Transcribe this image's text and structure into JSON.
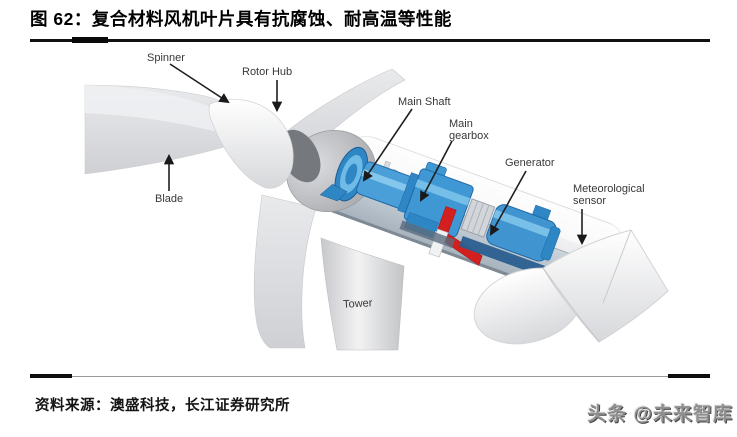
{
  "header": {
    "title": "图 62：复合材料风机叶片具有抗腐蚀、耐高温等性能"
  },
  "figure": {
    "type": "diagram",
    "subject": "wind-turbine-nacelle-cutaway",
    "labels": {
      "spinner": "Spinner",
      "rotor_hub": "Rotor Hub",
      "main_shaft": "Main Shaft",
      "main_gearbox": [
        "Main",
        "gearbox"
      ],
      "generator": "Generator",
      "meteorological_sensor": [
        "Meteorological",
        "sensor"
      ],
      "blade": "Blade",
      "tower": "Tower"
    },
    "colors": {
      "machinery_blue": "#3f97d4",
      "machinery_blue_dark": "#1f6aa8",
      "accent_red": "#d41f1f",
      "nacelle_floor": "#b4c0ca",
      "shell_gray": "#e9eaec"
    }
  },
  "footer": {
    "source": "资料来源：澳盛科技，长江证券研究所",
    "watermark": "头条 @未来智库"
  }
}
